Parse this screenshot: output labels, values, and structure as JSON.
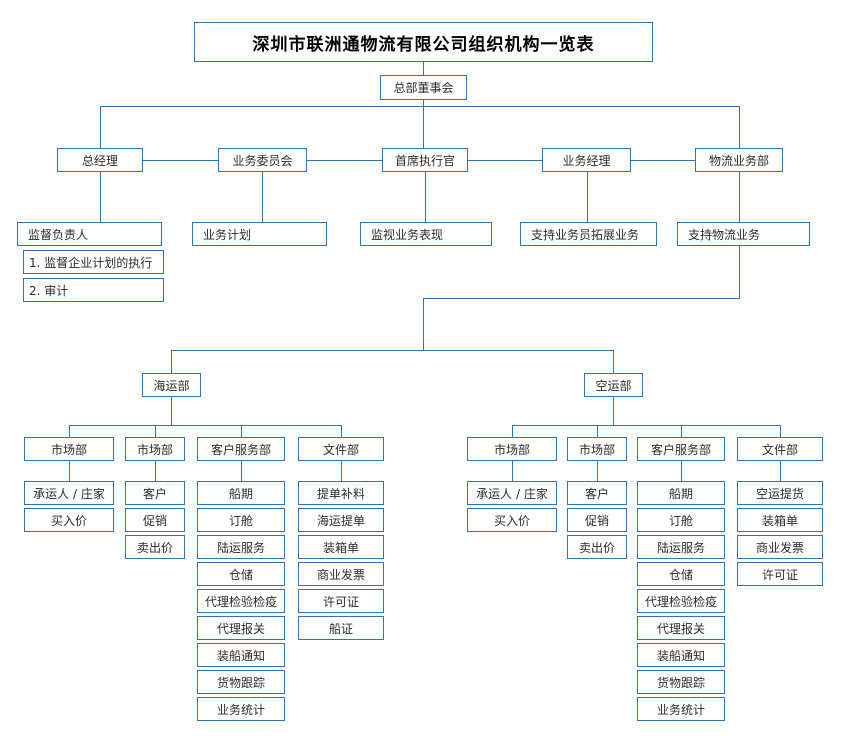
{
  "title": "深圳市联洲通物流有限公司组织机构一览表",
  "board": {
    "label": "总部董事会"
  },
  "executives": [
    {
      "label": "总经理",
      "duty": "监督负责人",
      "notes": [
        "1. 监督企业计划的执行",
        "2. 审计"
      ]
    },
    {
      "label": "业务委员会",
      "duty": "业务计划"
    },
    {
      "label": "首席执行官",
      "duty": "监视业务表现"
    },
    {
      "label": "业务经理",
      "duty": "支持业务员拓展业务"
    },
    {
      "label": "物流业务部",
      "duty": "支持物流业务"
    }
  ],
  "divisions": [
    {
      "label": "海运部",
      "departments": [
        {
          "label": "市场部",
          "items": [
            "承运人 / 庄家",
            "买入价"
          ]
        },
        {
          "label": "市场部",
          "items": [
            "客户",
            "促销",
            "卖出价"
          ]
        },
        {
          "label": "客户服务部",
          "items": [
            "船期",
            "订舱",
            "陆运服务",
            "仓储",
            "代理检验检疫",
            "代理报关",
            "装船通知",
            "货物跟踪",
            "业务统计"
          ]
        },
        {
          "label": "文件部",
          "items": [
            "提单补料",
            "海运提单",
            "装箱单",
            "商业发票",
            "许可证",
            "船证"
          ]
        }
      ]
    },
    {
      "label": "空运部",
      "departments": [
        {
          "label": "市场部",
          "items": [
            "承运人 / 庄家",
            "买入价"
          ]
        },
        {
          "label": "市场部",
          "items": [
            "客户",
            "促销",
            "卖出价"
          ]
        },
        {
          "label": "客户服务部",
          "items": [
            "船期",
            "订舱",
            "陆运服务",
            "仓储",
            "代理检验检疫",
            "代理报关",
            "装船通知",
            "货物跟踪",
            "业务统计"
          ]
        },
        {
          "label": "文件部",
          "items": [
            "空运提货",
            "装箱单",
            "商业发票",
            "许可证"
          ]
        }
      ]
    }
  ],
  "colors": {
    "line": "#2E74B5",
    "text": "#2B2B2B",
    "title_text": "#000000",
    "background": "#FFFFFF"
  }
}
